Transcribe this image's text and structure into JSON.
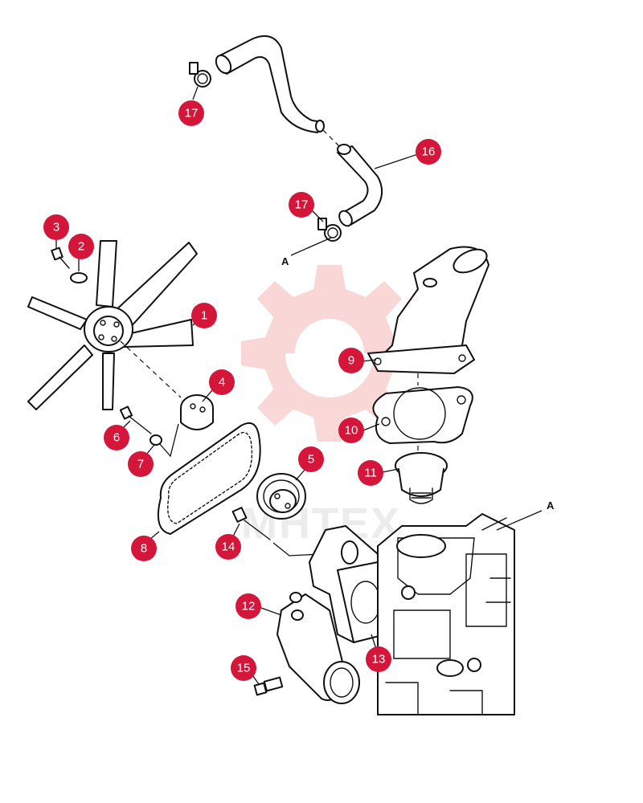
{
  "watermark": {
    "text": "MHTEX",
    "color": "#f3c3c3"
  },
  "colors": {
    "callout": "#d3163a",
    "line": "#111111"
  },
  "callouts": [
    {
      "num": "1"
    },
    {
      "num": "2"
    },
    {
      "num": "3"
    },
    {
      "num": "4"
    },
    {
      "num": "5"
    },
    {
      "num": "6"
    },
    {
      "num": "7"
    },
    {
      "num": "8"
    },
    {
      "num": "9"
    },
    {
      "num": "10"
    },
    {
      "num": "11"
    },
    {
      "num": "12"
    },
    {
      "num": "13"
    },
    {
      "num": "14"
    },
    {
      "num": "15"
    },
    {
      "num": "16"
    },
    {
      "num": "17"
    },
    {
      "num": "17"
    }
  ],
  "refs": {
    "upper": "A",
    "lower": "A"
  }
}
